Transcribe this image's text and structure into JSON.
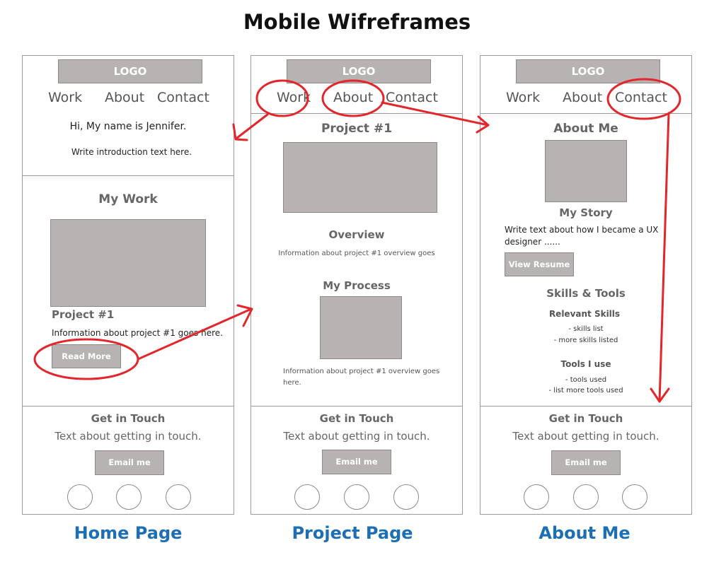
{
  "title": "Mobile Wifreframes",
  "colors": {
    "annotation": "#e3262b",
    "caption": "#1b6fb2",
    "placeholder": "#b8b3b3"
  },
  "home": {
    "caption": "Home Page",
    "logo": "LOGO",
    "nav": [
      "Work",
      "About",
      "Contact"
    ],
    "greeting": "Hi, My name is Jennifer.",
    "intro": "Write introduction text here.",
    "section_title": "My Work",
    "project_title": "Project #1",
    "project_info": "Information about project #1 goes here.",
    "read_more": "Read More",
    "contact_title": "Get in Touch",
    "contact_text": "Text about getting in touch.",
    "email_button": "Email me"
  },
  "project": {
    "caption": "Project Page",
    "logo": "LOGO",
    "nav": [
      "Work",
      "About",
      "Contact"
    ],
    "title": "Project #1",
    "overview_title": "Overview",
    "overview_text": "Information about project #1 overview goes",
    "process_title": "My Process",
    "process_text_1": "Information about project #1 overview goes",
    "process_text_2": "here.",
    "contact_title": "Get in Touch",
    "contact_text": "Text about getting in touch.",
    "email_button": "Email me"
  },
  "about": {
    "caption": "About Me",
    "logo": "LOGO",
    "nav": [
      "Work",
      "About",
      "Contact"
    ],
    "title": "About Me",
    "story_title": "My Story",
    "story_text_1": "Write text about how I became a UX",
    "story_text_2": "designer ......",
    "resume_button": "View Resume",
    "skills_title": "Skills & Tools",
    "relevant_skills_title": "Relevant Skills",
    "skills_items": [
      "- skills list",
      "- more skills listed"
    ],
    "tools_title": "Tools I use",
    "tools_items": [
      "- tools used",
      "- list more tools used"
    ],
    "contact_title": "Get in Touch",
    "contact_text": "Text about getting in touch.",
    "email_button": "Email me"
  }
}
